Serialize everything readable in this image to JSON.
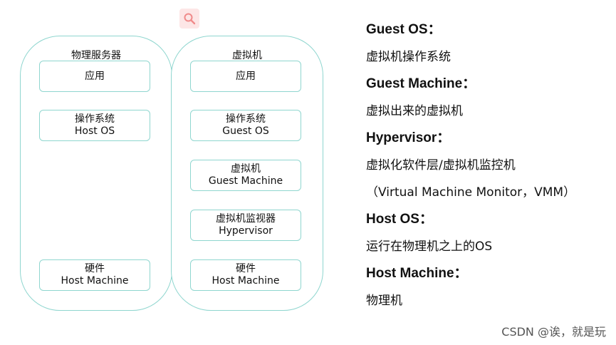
{
  "diagram": {
    "physical_server": {
      "title": "物理服务器",
      "boxes": [
        {
          "line1": "应用",
          "line2": ""
        },
        {
          "line1": "操作系统",
          "line2": "Host OS"
        },
        {
          "line1": "硬件",
          "line2": "Host Machine"
        }
      ]
    },
    "virtual_machine": {
      "title": "虚拟机",
      "boxes": [
        {
          "line1": "应用",
          "line2": ""
        },
        {
          "line1": "操作系统",
          "line2": "Guest OS"
        },
        {
          "line1": "虚拟机",
          "line2": "Guest Machine"
        },
        {
          "line1": "虚拟机监视器",
          "line2": "Hypervisor"
        },
        {
          "line1": "硬件",
          "line2": "Host Machine"
        }
      ]
    }
  },
  "definitions": [
    {
      "term": "Guest OS：",
      "desc": "虚拟机操作系统"
    },
    {
      "term": "Guest Machine：",
      "desc": "虚拟出来的虚拟机"
    },
    {
      "term": "Hypervisor：",
      "desc": "虚拟化软件层/虚拟机监控机",
      "desc_extra": "（Virtual Machine Monitor，VMM）"
    },
    {
      "term": "Host OS：",
      "desc": "运行在物理机之上的OS"
    },
    {
      "term": "Host Machine：",
      "desc": "物理机"
    }
  ],
  "watermark": "CSDN @诶，就是玩",
  "colors": {
    "border": "#8fd6cf"
  },
  "icons": {
    "zoom": "magnifier-icon"
  }
}
